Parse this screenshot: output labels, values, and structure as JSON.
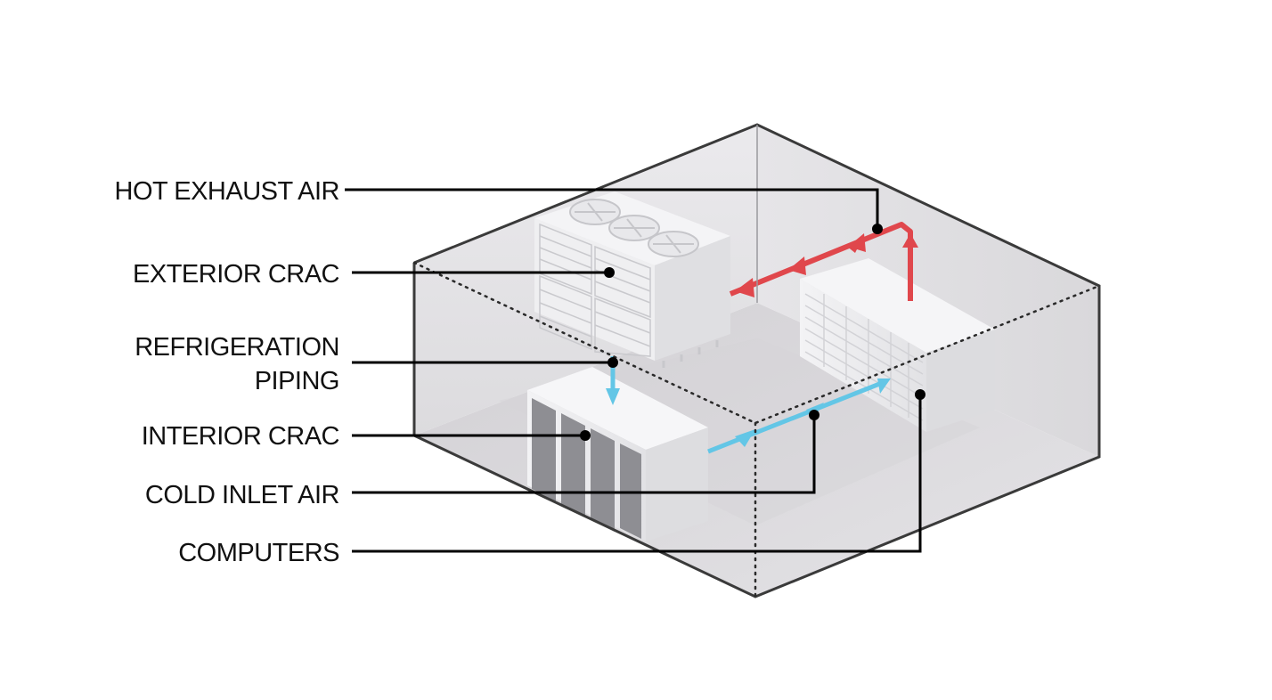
{
  "labels": {
    "hot_exhaust_air": "HOT EXHAUST AIR",
    "exterior_crac": "EXTERIOR CRAC",
    "refrigeration_piping_line1": "REFRIGERATION",
    "refrigeration_piping_line2": "PIPING",
    "interior_crac": "INTERIOR CRAC",
    "cold_inlet_air": "COLD INLET AIR",
    "computers": "COMPUTERS"
  },
  "colors": {
    "hot_air": "#e0474c",
    "cold_air": "#63c6e6",
    "room_floor": "#dcdadd",
    "room_wall": "#e8e7ea",
    "equipment": "#ececee",
    "leader": "#000000"
  }
}
